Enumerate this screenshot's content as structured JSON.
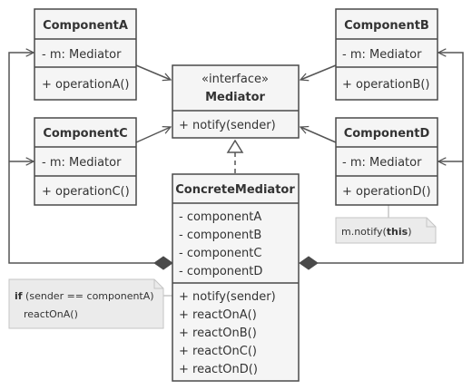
{
  "interface_box": {
    "stereotype": "«interface»",
    "name": "Mediator",
    "methods": [
      "+ notify(sender)"
    ]
  },
  "components": [
    {
      "name": "ComponentA",
      "field": "- m: Mediator",
      "method": "+ operationA()"
    },
    {
      "name": "ComponentB",
      "field": "- m: Mediator",
      "method": "+ operationB()"
    },
    {
      "name": "ComponentC",
      "field": "- m: Mediator",
      "method": "+ operationC()"
    },
    {
      "name": "ComponentD",
      "field": "- m: Mediator",
      "method": "+ operationD()"
    }
  ],
  "concrete": {
    "name": "ConcreteMediator",
    "fields": [
      "- componentA",
      "- componentB",
      "- componentC",
      "- componentD"
    ],
    "methods": [
      "+ notify(sender)",
      "+ reactOnA()",
      "+ reactOnB()",
      "+ reactOnC()",
      "+ reactOnD()"
    ]
  },
  "note_notify": {
    "prefix": "m.notify(",
    "keyword": "this",
    "suffix": ")"
  },
  "note_if": {
    "keyword": "if",
    "condition": " (sender == componentA)",
    "body": "reactOnA()"
  }
}
